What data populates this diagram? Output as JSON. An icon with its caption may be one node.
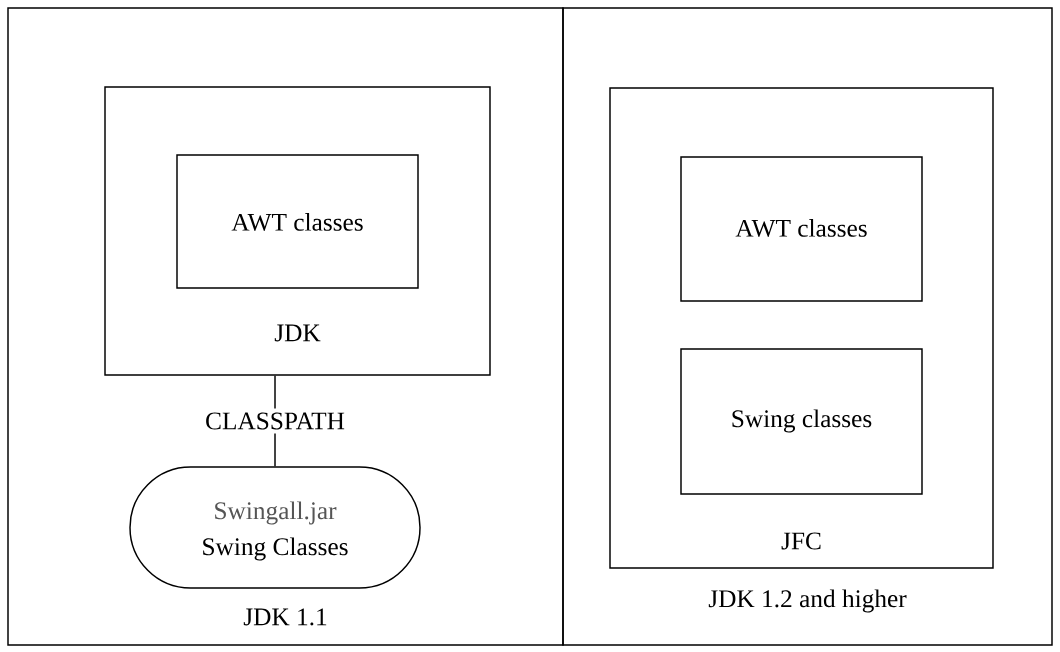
{
  "diagram": {
    "nodes": [
      {
        "text": [
          "JDK 1.1"
        ]
      },
      {
        "text": [
          "JDK"
        ],
        "in": 0
      },
      {
        "text": [
          "AWT classes"
        ],
        "in": 1
      },
      {
        "text": [
          "Swingall.jar",
          "Swing Classes"
        ],
        "in": 0
      },
      {
        "text": [
          "JDK 1.2 and higher"
        ]
      },
      {
        "text": [
          "JFC"
        ],
        "in": 4
      },
      {
        "text": [
          "AWT classes"
        ],
        "in": 5
      },
      {
        "text": [
          "Swing classes"
        ],
        "in": 5
      }
    ],
    "edges": [
      {
        "from": 1,
        "to": 3,
        "arrow": "none",
        "label": "CLASSPATH"
      }
    ]
  }
}
